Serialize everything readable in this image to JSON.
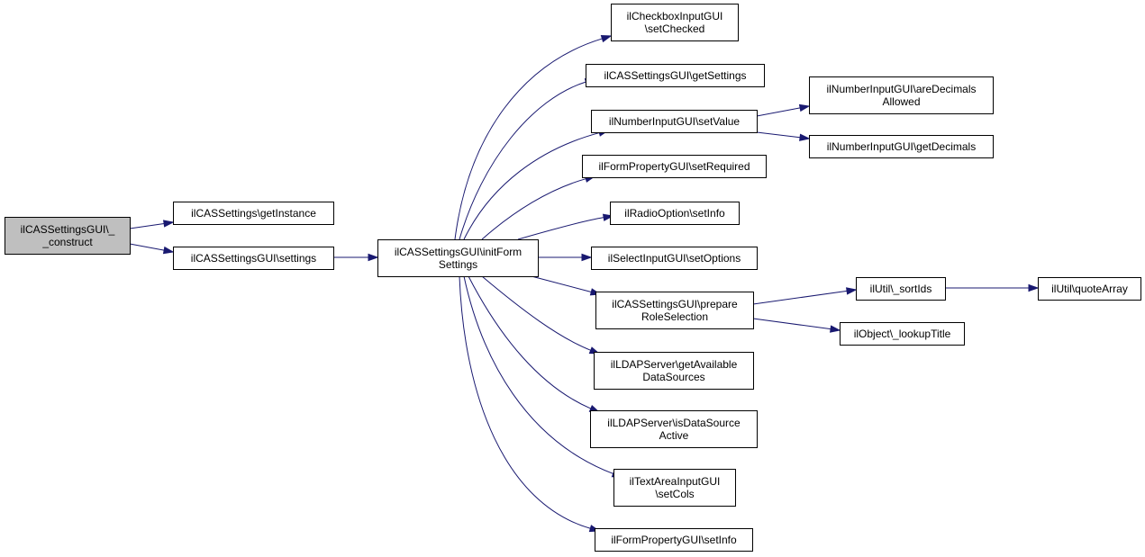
{
  "nodes": [
    {
      "id": "n0",
      "lines": [
        "ilCASSettingsGUI\\_",
        "_construct"
      ],
      "root": true
    },
    {
      "id": "n1",
      "lines": [
        "ilCASSettings\\getInstance"
      ]
    },
    {
      "id": "n2",
      "lines": [
        "ilCASSettingsGUI\\settings"
      ]
    },
    {
      "id": "n3",
      "lines": [
        "ilCASSettingsGUI\\initForm",
        "Settings"
      ]
    },
    {
      "id": "n4",
      "lines": [
        "ilCheckboxInputGUI",
        "\\setChecked"
      ]
    },
    {
      "id": "n5",
      "lines": [
        "ilCASSettingsGUI\\getSettings"
      ]
    },
    {
      "id": "n6",
      "lines": [
        "ilNumberInputGUI\\setValue"
      ]
    },
    {
      "id": "n7",
      "lines": [
        "ilFormPropertyGUI\\setRequired"
      ]
    },
    {
      "id": "n8",
      "lines": [
        "ilRadioOption\\setInfo"
      ]
    },
    {
      "id": "n9",
      "lines": [
        "ilSelectInputGUI\\setOptions"
      ]
    },
    {
      "id": "n10",
      "lines": [
        "ilCASSettingsGUI\\prepare",
        "RoleSelection"
      ]
    },
    {
      "id": "n11",
      "lines": [
        "ilLDAPServer\\getAvailable",
        "DataSources"
      ]
    },
    {
      "id": "n12",
      "lines": [
        "ilLDAPServer\\isDataSource",
        "Active"
      ]
    },
    {
      "id": "n13",
      "lines": [
        "ilTextAreaInputGUI",
        "\\setCols"
      ]
    },
    {
      "id": "n14",
      "lines": [
        "ilFormPropertyGUI\\setInfo"
      ]
    },
    {
      "id": "n15",
      "lines": [
        "ilNumberInputGUI\\areDecimals",
        "Allowed"
      ]
    },
    {
      "id": "n16",
      "lines": [
        "ilNumberInputGUI\\getDecimals"
      ]
    },
    {
      "id": "n17",
      "lines": [
        "ilUtil\\_sortIds"
      ]
    },
    {
      "id": "n18",
      "lines": [
        "ilObject\\_lookupTitle"
      ]
    },
    {
      "id": "n19",
      "lines": [
        "ilUtil\\quoteArray"
      ]
    }
  ],
  "edges": [
    [
      "n0",
      "n1"
    ],
    [
      "n0",
      "n2"
    ],
    [
      "n2",
      "n3"
    ],
    [
      "n3",
      "n4"
    ],
    [
      "n3",
      "n5"
    ],
    [
      "n3",
      "n6"
    ],
    [
      "n3",
      "n7"
    ],
    [
      "n3",
      "n8"
    ],
    [
      "n3",
      "n9"
    ],
    [
      "n3",
      "n10"
    ],
    [
      "n3",
      "n11"
    ],
    [
      "n3",
      "n12"
    ],
    [
      "n3",
      "n13"
    ],
    [
      "n3",
      "n14"
    ],
    [
      "n6",
      "n15"
    ],
    [
      "n6",
      "n16"
    ],
    [
      "n10",
      "n17"
    ],
    [
      "n10",
      "n18"
    ],
    [
      "n17",
      "n19"
    ]
  ],
  "colors": {
    "edge": "#191970",
    "root_fill": "#bfbfbf",
    "node_fill": "#ffffff",
    "node_border": "#000000"
  }
}
